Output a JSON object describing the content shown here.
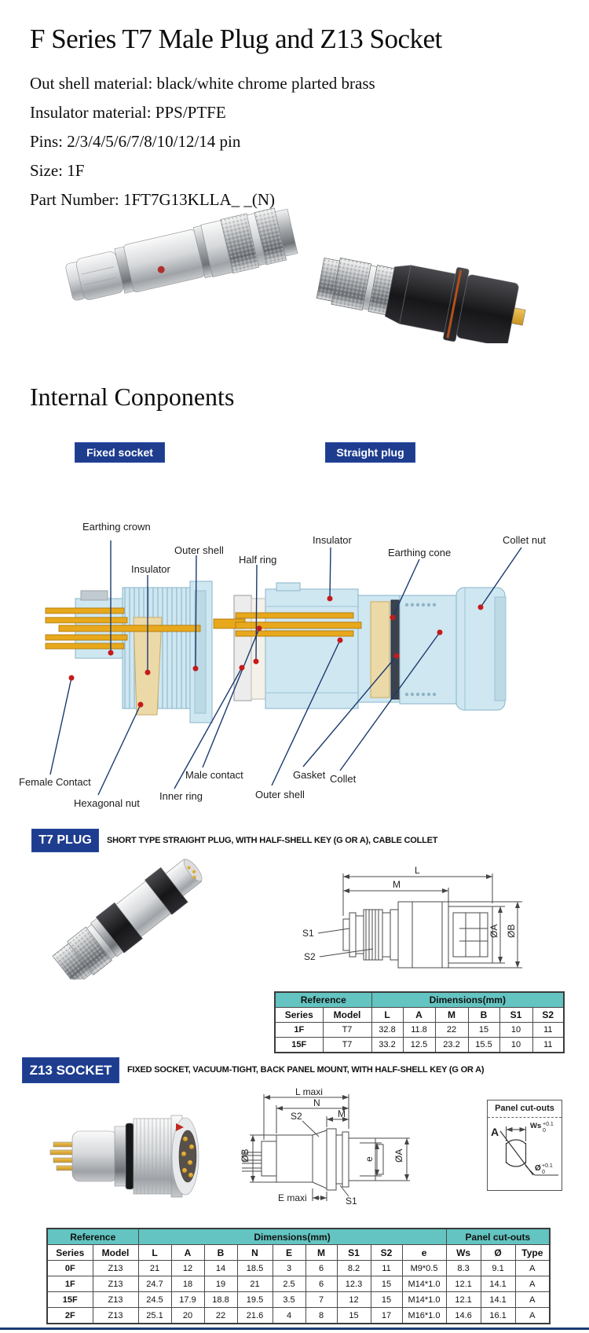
{
  "header": {
    "title": "F Series T7 Male Plug and Z13 Socket",
    "specs": [
      "Out shell material: black/white chrome plarted brass",
      "Insulator material: PPS/PTFE",
      "Pins: 2/3/4/5/6/7/8/10/12/14 pin",
      "Size: 1F",
      "Part Number: 1FT7G13KLLA_ _(N)"
    ]
  },
  "internal": {
    "heading": "Internal Conponents",
    "left_badge": "Fixed socket",
    "right_badge": "Straight plug",
    "labels": {
      "earthing_crown": "Earthing crown",
      "insulator_left": "Insulator",
      "outer_shell_left": "Outer shell",
      "half_ring": "Half ring",
      "insulator_right": "Insulator",
      "earthing_cone": "Earthing cone",
      "collet_nut": "Collet nut",
      "female_contact": "Female Contact",
      "hexagonal_nut": "Hexagonal nut",
      "inner_ring": "Inner ring",
      "male_contact": "Male contact",
      "outer_shell_right": "Outer shell",
      "gasket": "Gasket",
      "collet": "Collet"
    }
  },
  "t7": {
    "badge": "T7 PLUG",
    "description": "SHORT TYPE STRAIGHT PLUG, WITH HALF-SHELL KEY (G OR A), CABLE COLLET",
    "drawing_labels": {
      "l": "L",
      "m": "M",
      "s1": "S1",
      "s2": "S2",
      "dia_a": "ØA",
      "dia_b": "ØB"
    },
    "table": {
      "type": "table",
      "group_headers": [
        {
          "label": "Reference",
          "colspan": 2
        },
        {
          "label": "Dimensions(mm)",
          "colspan": 6
        }
      ],
      "columns": [
        "Series",
        "Model",
        "L",
        "A",
        "M",
        "B",
        "S1",
        "S2"
      ],
      "rows": [
        [
          "1F",
          "T7",
          "32.8",
          "11.8",
          "22",
          "15",
          "10",
          "11"
        ],
        [
          "15F",
          "T7",
          "33.2",
          "12.5",
          "23.2",
          "15.5",
          "10",
          "11"
        ]
      ]
    }
  },
  "z13": {
    "badge": "Z13 SOCKET",
    "description": "FIXED SOCKET, VACUUM-TIGHT, BACK PANEL MOUNT, WITH HALF-SHELL KEY (G OR A)",
    "drawing_labels": {
      "l_maxi": "L maxi",
      "n": "N",
      "s2": "S2",
      "m": "M",
      "dia_b": "ØB",
      "e": "e",
      "dia_a": "ØA",
      "e_maxi": "E maxi",
      "s1": "S1"
    },
    "panel_cutouts": {
      "title": "Panel cut-outs",
      "variant": "A",
      "ws_label": "Ws",
      "ws_tol_plus": "+0.1",
      "ws_tol_minus": "0",
      "dia_label": "Ø",
      "dia_tol_plus": "+0.1",
      "dia_tol_minus": "0"
    },
    "table": {
      "type": "table",
      "group_headers": [
        {
          "label": "Reference",
          "colspan": 2
        },
        {
          "label": "Dimensions(mm)",
          "colspan": 9
        },
        {
          "label": "Panel cut-outs",
          "colspan": 3
        }
      ],
      "columns": [
        "Series",
        "Model",
        "L",
        "A",
        "B",
        "N",
        "E",
        "M",
        "S1",
        "S2",
        "e",
        "Ws",
        "Ø",
        "Type"
      ],
      "rows": [
        [
          "0F",
          "Z13",
          "21",
          "12",
          "14",
          "18.5",
          "3",
          "6",
          "8.2",
          "11",
          "M9*0.5",
          "8.3",
          "9.1",
          "A"
        ],
        [
          "1F",
          "Z13",
          "24.7",
          "18",
          "19",
          "21",
          "2.5",
          "6",
          "12.3",
          "15",
          "M14*1.0",
          "12.1",
          "14.1",
          "A"
        ],
        [
          "15F",
          "Z13",
          "24.5",
          "17.9",
          "18.8",
          "19.5",
          "3.5",
          "7",
          "12",
          "15",
          "M14*1.0",
          "12.1",
          "14.1",
          "A"
        ],
        [
          "2F",
          "Z13",
          "25.1",
          "20",
          "22",
          "21.6",
          "4",
          "8",
          "15",
          "17",
          "M16*1.0",
          "14.6",
          "16.1",
          "A"
        ]
      ]
    }
  },
  "colors": {
    "badge_blue": "#1e3d8f",
    "table_header_teal": "#63c4c1",
    "leader_navy": "#1c3a6e",
    "dot_red": "#c41a1a"
  }
}
